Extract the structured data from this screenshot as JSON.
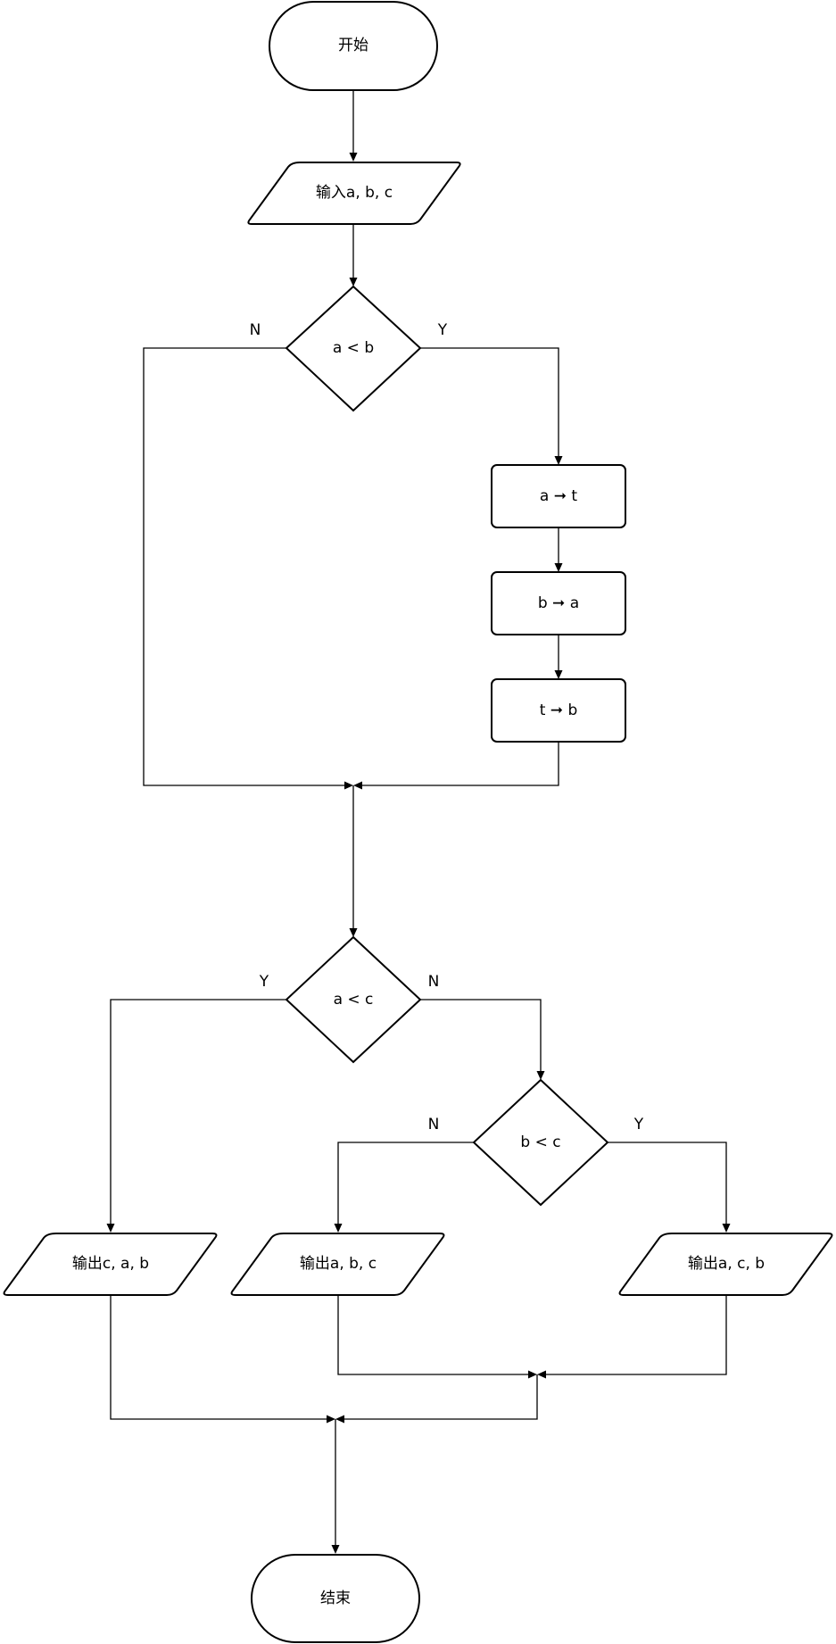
{
  "nodes": {
    "start": "开始",
    "input_abc": "输入a, b, c",
    "cond_a_lt_b": "a < b",
    "assign_a_t": "a ➞ t",
    "assign_b_a": "b ➞ a",
    "assign_t_b": "t ➞ b",
    "cond_a_lt_c": "a < c",
    "cond_b_lt_c": "b < c",
    "output_cab": "输出c, a, b",
    "output_abc": "输出a, b, c",
    "output_acb": "输出a, c, b",
    "end": "结束"
  },
  "branches": {
    "a_lt_b_no": "N",
    "a_lt_b_yes": "Y",
    "a_lt_c_yes": "Y",
    "a_lt_c_no": "N",
    "b_lt_c_no": "N",
    "b_lt_c_yes": "Y"
  }
}
